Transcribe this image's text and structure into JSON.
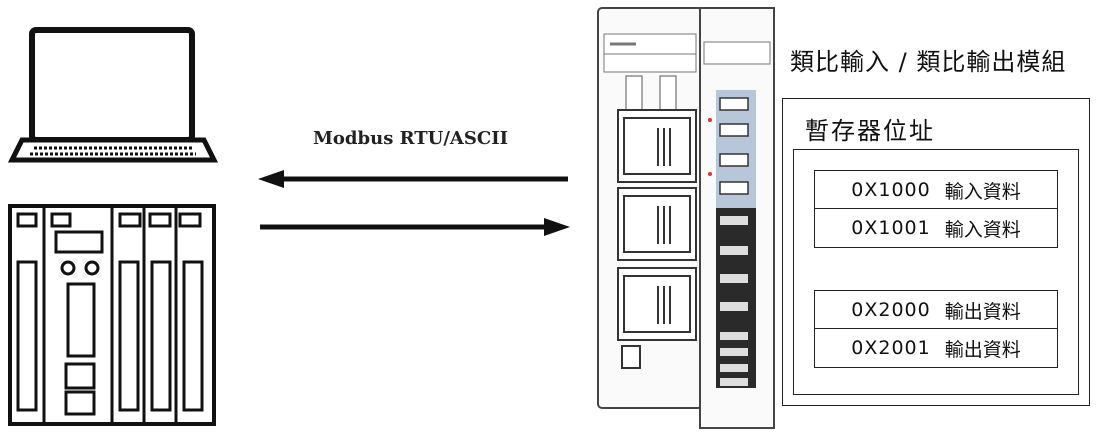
{
  "protocol_label": "Modbus RTU/ASCII",
  "module_title": "類比輸入 / 類比輸出模組",
  "register_title": "暫存器位址",
  "input_registers": [
    {
      "address": "0X1000",
      "label": "輸入資料"
    },
    {
      "address": "0X1001",
      "label": "輸入資料"
    }
  ],
  "output_registers": [
    {
      "address": "0X2000",
      "label": "輸出資料"
    },
    {
      "address": "0X2001",
      "label": "輸出資料"
    }
  ],
  "colors": {
    "line": "#111111",
    "module_blue": "#b7c6d8",
    "module_dark": "#2a2a2a"
  }
}
